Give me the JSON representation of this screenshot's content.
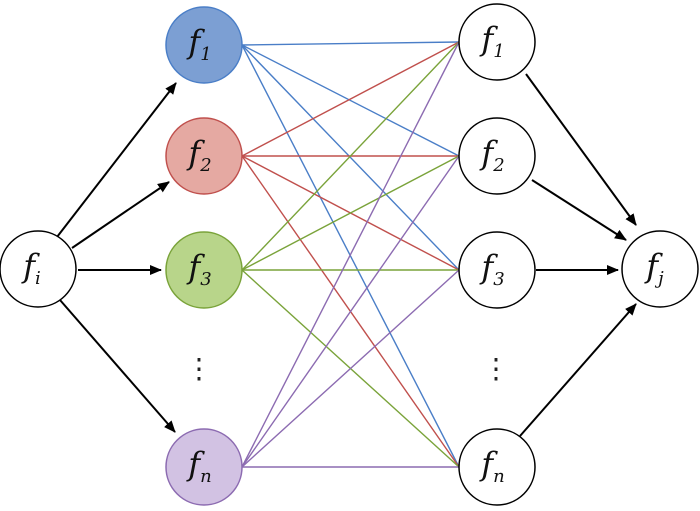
{
  "colors": {
    "blue": "#4a7ec7",
    "red": "#c0504d",
    "green": "#7aa33a",
    "purple": "#8c6bb1",
    "blue_fill": "#7c9fd3",
    "red_fill": "#e5a9a2",
    "green_fill": "#b8d58a",
    "purple_fill": "#d2c2e3",
    "neutral_fill": "#ffffff",
    "stroke": "#000000"
  },
  "nodes": {
    "source": {
      "main": "f",
      "sub": "i"
    },
    "left_layer": [
      {
        "id": "f1-left",
        "main": "f",
        "sub": "1",
        "color": "blue"
      },
      {
        "id": "f2-left",
        "main": "f",
        "sub": "2",
        "color": "red"
      },
      {
        "id": "f3-left",
        "main": "f",
        "sub": "3",
        "color": "green"
      },
      {
        "id": "fn-left",
        "main": "f",
        "sub": "n",
        "color": "purple"
      }
    ],
    "right_layer": [
      {
        "id": "f1-right",
        "main": "f",
        "sub": "1"
      },
      {
        "id": "f2-right",
        "main": "f",
        "sub": "2"
      },
      {
        "id": "f3-right",
        "main": "f",
        "sub": "3"
      },
      {
        "id": "fn-right",
        "main": "f",
        "sub": "n"
      }
    ],
    "target": {
      "main": "f",
      "sub": "j"
    }
  },
  "ellipsis": "⋮"
}
